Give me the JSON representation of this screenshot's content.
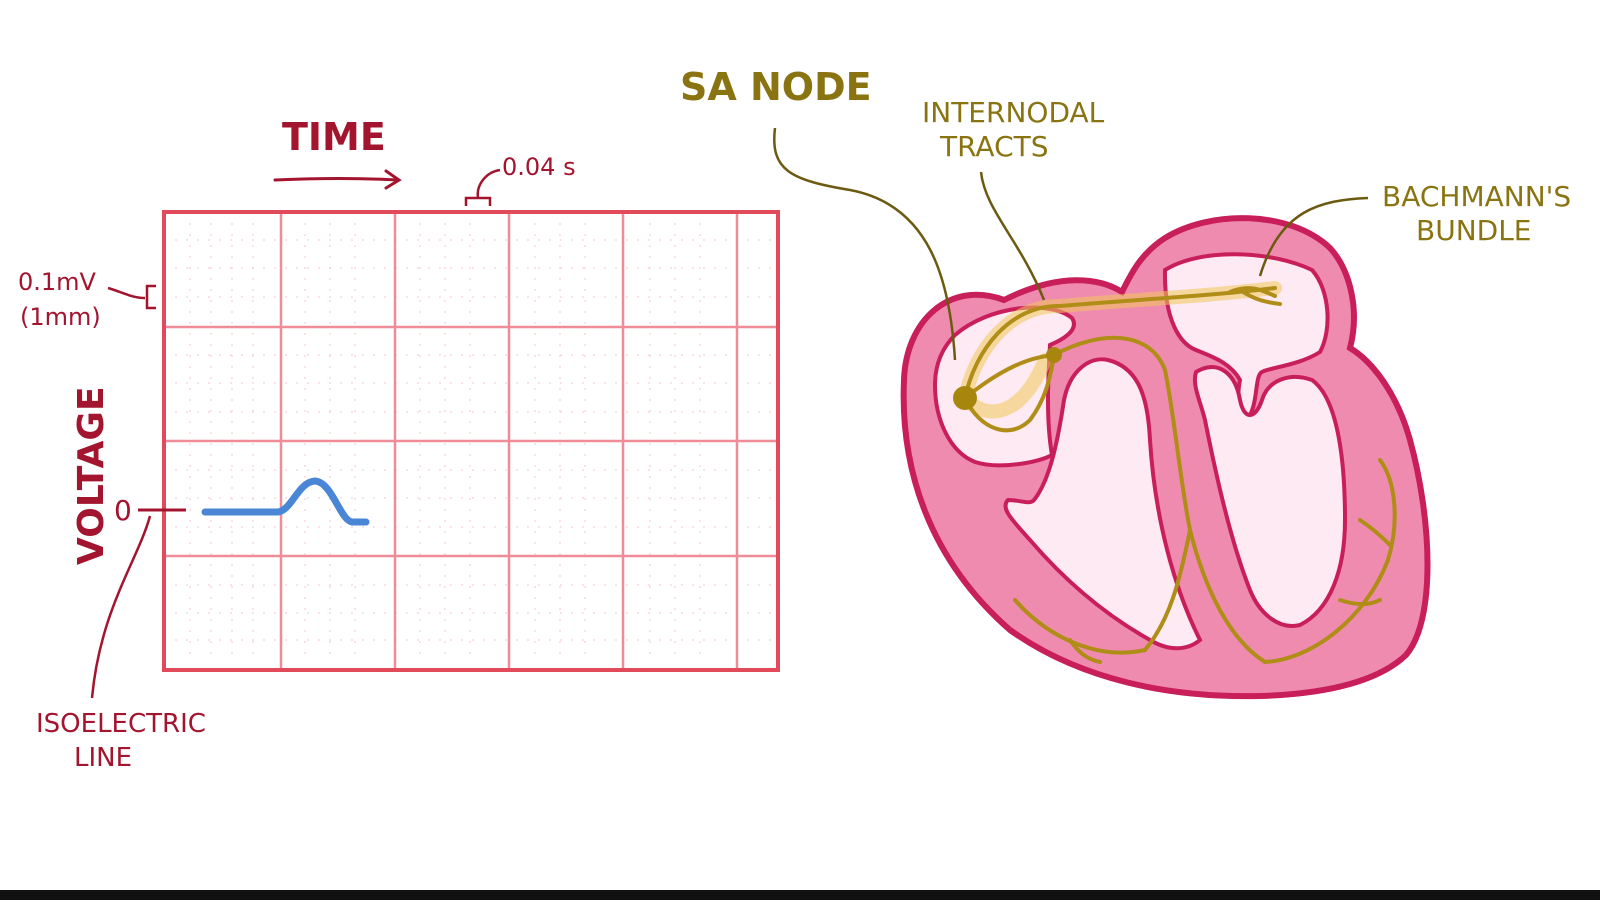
{
  "ecg": {
    "time_label": "TIME",
    "time_scale_label": "0.04 s",
    "voltage_label": "VOLTAGE",
    "voltage_scale_label": "0.1mV",
    "voltage_scale_sub": "(1mm)",
    "zero_label": "0",
    "isoelectric_line1": "ISOELECTRIC",
    "isoelectric_line2": "LINE"
  },
  "heart": {
    "sa_node_label": "SA NODE",
    "internodal_line1": "INTERNODAL",
    "internodal_line2": "TRACTS",
    "bachmann_line1": "BACHMANN'S",
    "bachmann_line2": "BUNDLE"
  },
  "colors": {
    "grid_major": "#e8626f",
    "grid_border": "#e04a5a",
    "trace": "#4a86d6",
    "heart_wall": "#f08bb0",
    "heart_outline": "#c81e5a",
    "chamber": "#fdeaf3",
    "conduction": "#b08d16"
  }
}
